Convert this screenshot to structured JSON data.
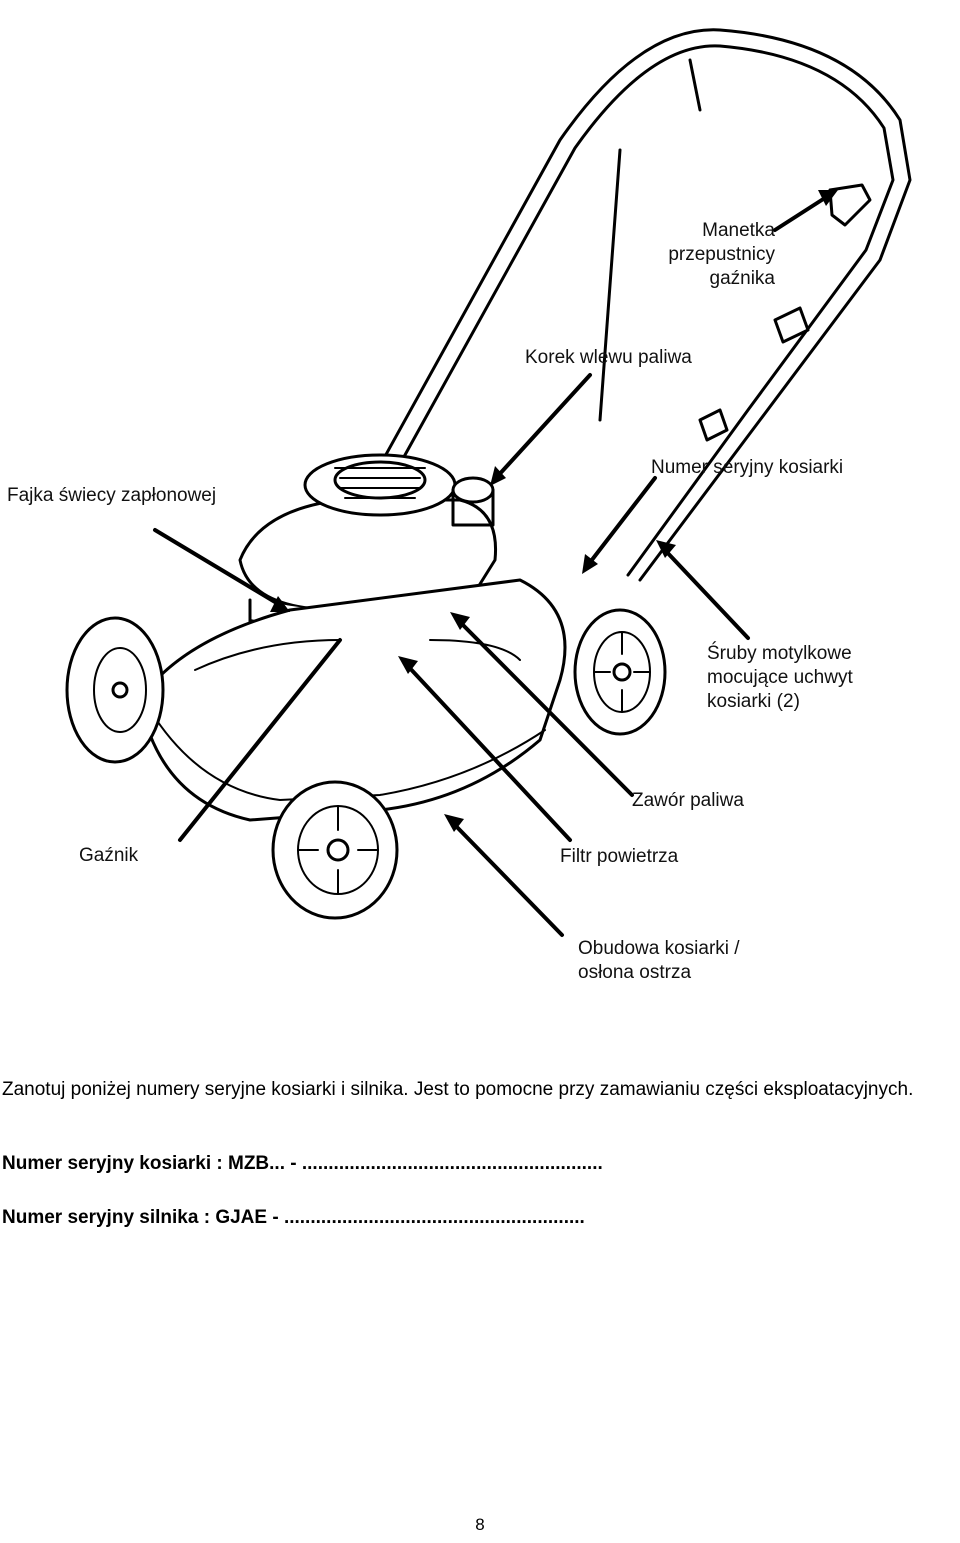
{
  "labels": {
    "choke_lever": "Manetka\nprzepustnicy\ngaźnika",
    "fuel_cap": "Korek wlewu paliwa",
    "spark_plug": "Fajka świecy zapłonowej",
    "mower_serial": "Numer seryjny kosiarki",
    "wing_bolts": "Śruby motylkowe\nmocujące uchwyt\nkosiarki (2)",
    "fuel_valve": "Zawór paliwa",
    "carburetor": "Gaźnik",
    "air_filter": "Filtr powietrza",
    "deck": "Obudowa kosiarki /\nosłona ostrza"
  },
  "note": "Zanotuj poniżej numery seryjne kosiarki i silnika. Jest to pomocne przy zamawianiu części eksploatacyjnych.",
  "serial_mower": "Numer seryjny kosiarki : MZB... - .........................................................",
  "serial_engine": "Numer seryjny silnika : GJAE - .........................................................",
  "page_number": "8"
}
